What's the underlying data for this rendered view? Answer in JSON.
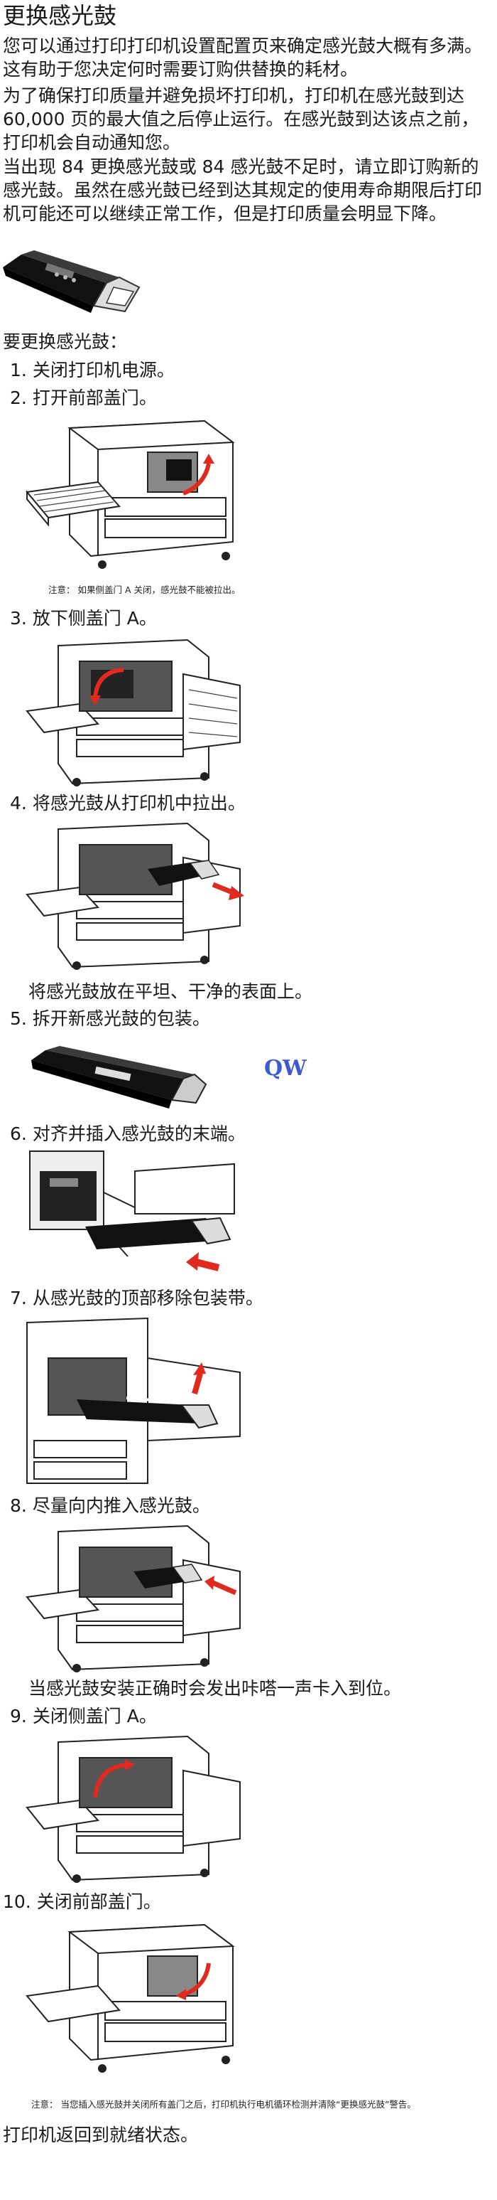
{
  "title": "更换感光鼓",
  "intro": [
    "您可以通过打印打印机设置配置页来确定感光鼓大概有多满。这有助于您决定何时需要订购供替换的耗材。",
    "为了确保打印质量并避免损坏打印机，打印机在感光鼓到达 60,000 页的最大值之后停止运行。在感光鼓到达该点之前，打印机会自动通知您。",
    "当出现 84  更换感光鼓或 84  感光鼓不足时，请立即订购新的感光鼓。虽然在感光鼓已经到达其规定的使用寿命期限后打印机可能还可以继续正常工作，但是打印质量会明显下降。"
  ],
  "lead": "要更换感光鼓：",
  "steps": [
    {
      "num": "1.",
      "text": "关闭打印机电源。"
    },
    {
      "num": "2.",
      "text": "打开前部盖门。"
    },
    {
      "num": "3.",
      "text": "放下侧盖门 A。"
    },
    {
      "num": "4.",
      "text": "将感光鼓从打印机中拉出。"
    },
    {
      "num": "5.",
      "text": "拆开新感光鼓的包装。"
    },
    {
      "num": "6.",
      "text": "对齐并插入感光鼓的末端。"
    },
    {
      "num": "7.",
      "text": "从感光鼓的顶部移除包装带。"
    },
    {
      "num": "8.",
      "text": "尽量向内推入感光鼓。"
    },
    {
      "num": "9.",
      "text": "关闭侧盖门 A。"
    },
    {
      "num": "10.",
      "text": "关闭前部盖门。"
    }
  ],
  "notes": {
    "front_door": "注意：  如果侧盖门 A 关闭，感光鼓不能被拉出。",
    "final": "注意：  当您插入感光鼓并关闭所有盖门之后，打印机执行电机循环检测并清除“更换感光鼓”警告。"
  },
  "sub_texts": {
    "after_step4": "将感光鼓放在平坦、干净的表面上。",
    "after_step8": "当感光鼓安装正确时会发出咔嗒一声卡入到位。"
  },
  "watermark": "QW",
  "closing": "打印机返回到就绪状态。",
  "colors": {
    "arrow": "#e0291f",
    "ink": "#1a1a1a",
    "watermark": "#3d5bd1"
  }
}
